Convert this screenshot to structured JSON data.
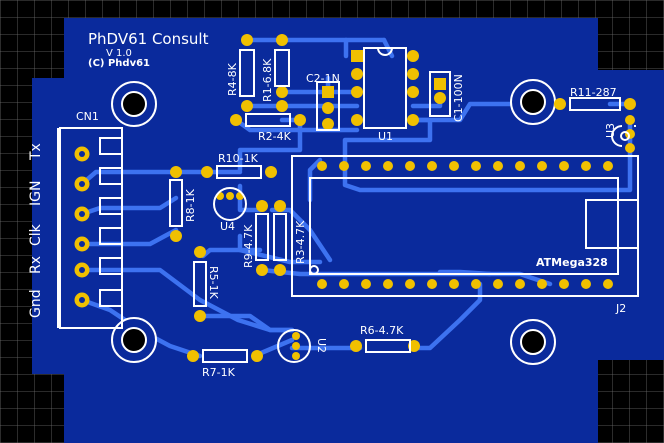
{
  "board": {
    "title": "PhDV61 Consult",
    "version": "V 1.0",
    "copyright": "(C) Phdv61"
  },
  "colors": {
    "background": "#000000",
    "grid": "#6e6e6e",
    "board": "#0a2a9c",
    "trace": "#3d72f0",
    "pad": "#f0c000",
    "silk": "#ffffff"
  },
  "labels": {
    "cn1": "CN1",
    "pin_tx": "Tx",
    "pin_ign": "IGN",
    "pin_clk": "Clk",
    "pin_rx": "Rx",
    "pin_gnd": "Gnd",
    "r4": "R4-8K",
    "r1": "R1-6.8K",
    "c2": "C2-1N",
    "c1": "C1-100N",
    "r2": "R2-4K",
    "u1": "U1",
    "r11": "R11-287",
    "u3": "U3",
    "r10": "R10-1K",
    "r8": "R8-1K",
    "u4": "U4",
    "r9": "R9-4.7K",
    "r3": "R3-4.7K",
    "r5": "R5-1K",
    "r6": "R6-4.7K",
    "u2": "U2",
    "r7": "R7-1K",
    "mcu": "ATMega328",
    "j2": "J2"
  }
}
